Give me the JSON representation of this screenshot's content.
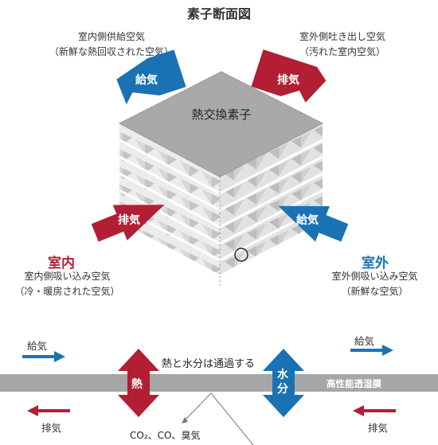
{
  "diagram": {
    "title": "素子断面図",
    "element_label": "熱交換素子",
    "top_left_caption": [
      "室内側供給空気",
      "（新鮮な熱回収された空気）"
    ],
    "top_right_caption": [
      "室外側吐き出し空気",
      "（汚れた室内空気）"
    ],
    "arrow_supply": "給気",
    "arrow_exhaust": "排気",
    "indoor": {
      "title": "室内",
      "caption": [
        "室内側吸い込み空気",
        "（冷・暖房された空気）"
      ]
    },
    "outdoor": {
      "title": "室外",
      "caption": [
        "室外側吸い込み空気",
        "（新鮮な空気）"
      ]
    },
    "membrane": {
      "supply_left": "給気",
      "supply_right": "給気",
      "exhaust_left": "排気",
      "exhaust_right": "排気",
      "pass_text": "熱と水分は通過する",
      "heat_label": "熱",
      "water_label": [
        "水",
        "分"
      ],
      "membrane_label": "高性能透湿膜",
      "blocked": "CO₂、CO、臭気"
    },
    "colors": {
      "red": "#b21e33",
      "blue": "#1a72b4",
      "membrane_gray": "#a6a6a6",
      "block_light": "#e6e6e6",
      "block_top": "#a9a9a9"
    }
  }
}
